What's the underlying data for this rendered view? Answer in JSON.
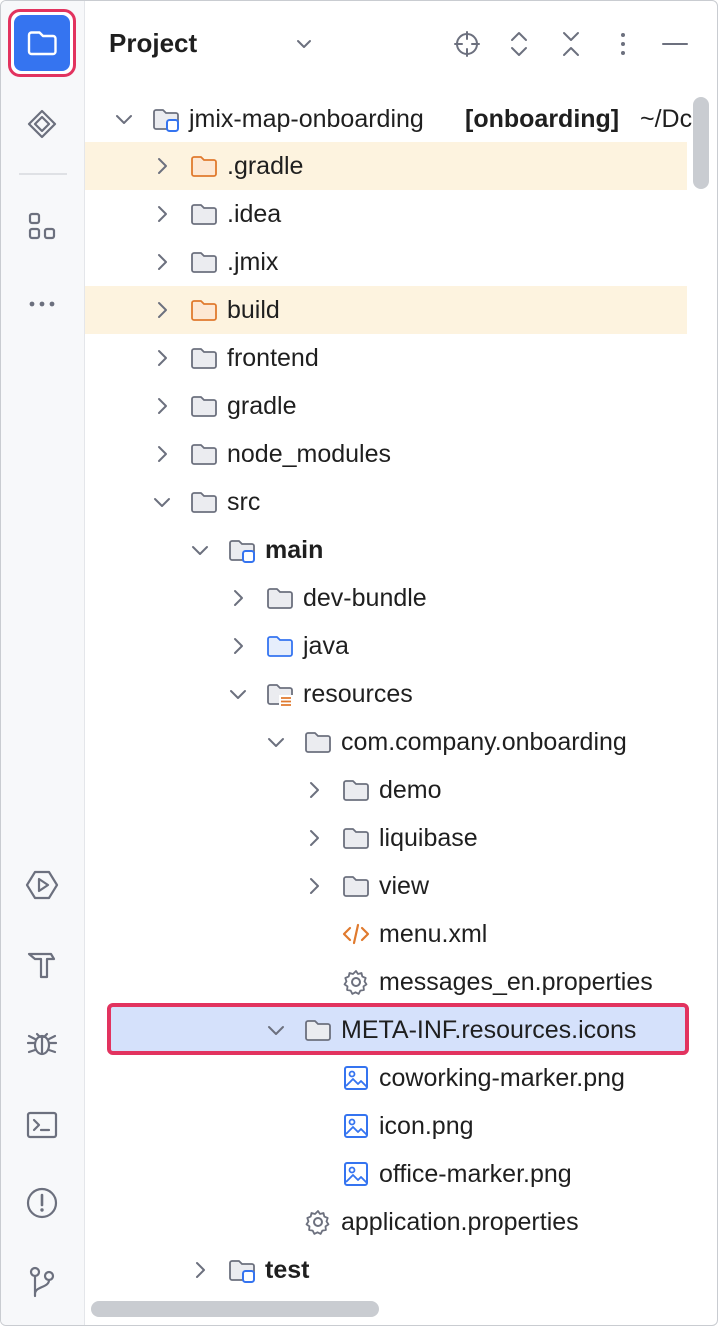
{
  "panel": {
    "title": "Project"
  },
  "strip": {
    "top_tools": [
      "project-folder-icon",
      "structure-icon",
      "plugins-icon",
      "more-icon"
    ],
    "bottom_tools": [
      "run-icon",
      "build-icon",
      "debug-icon",
      "terminal-icon",
      "problems-icon",
      "git-icon"
    ]
  },
  "header_actions": [
    "locate-icon",
    "expand-all-icon",
    "collapse-all-icon",
    "options-icon",
    "hide-icon"
  ],
  "tree": {
    "root": {
      "name": "jmix-map-onboarding",
      "module": "[onboarding]",
      "path": "~/Dc"
    },
    "items": [
      {
        "label": ".gradle"
      },
      {
        "label": ".idea"
      },
      {
        "label": ".jmix"
      },
      {
        "label": "build"
      },
      {
        "label": "frontend"
      },
      {
        "label": "gradle"
      },
      {
        "label": "node_modules"
      },
      {
        "label": "src"
      },
      {
        "label": "main"
      },
      {
        "label": "dev-bundle"
      },
      {
        "label": "java"
      },
      {
        "label": "resources"
      },
      {
        "label": "com.company.onboarding"
      },
      {
        "label": "demo"
      },
      {
        "label": "liquibase"
      },
      {
        "label": "view"
      },
      {
        "label": "menu.xml"
      },
      {
        "label": "messages_en.properties"
      },
      {
        "label": "META-INF.resources.icons"
      },
      {
        "label": "coworking-marker.png"
      },
      {
        "label": "icon.png"
      },
      {
        "label": "office-marker.png"
      },
      {
        "label": "application.properties"
      },
      {
        "label": "test"
      }
    ]
  },
  "colors": {
    "accent": "#3574f0",
    "highlight_border": "#e2335f",
    "excluded_bg": "#fdf3df",
    "selected_bg": "#d5e1fb",
    "xml_orange": "#e07a2e"
  }
}
